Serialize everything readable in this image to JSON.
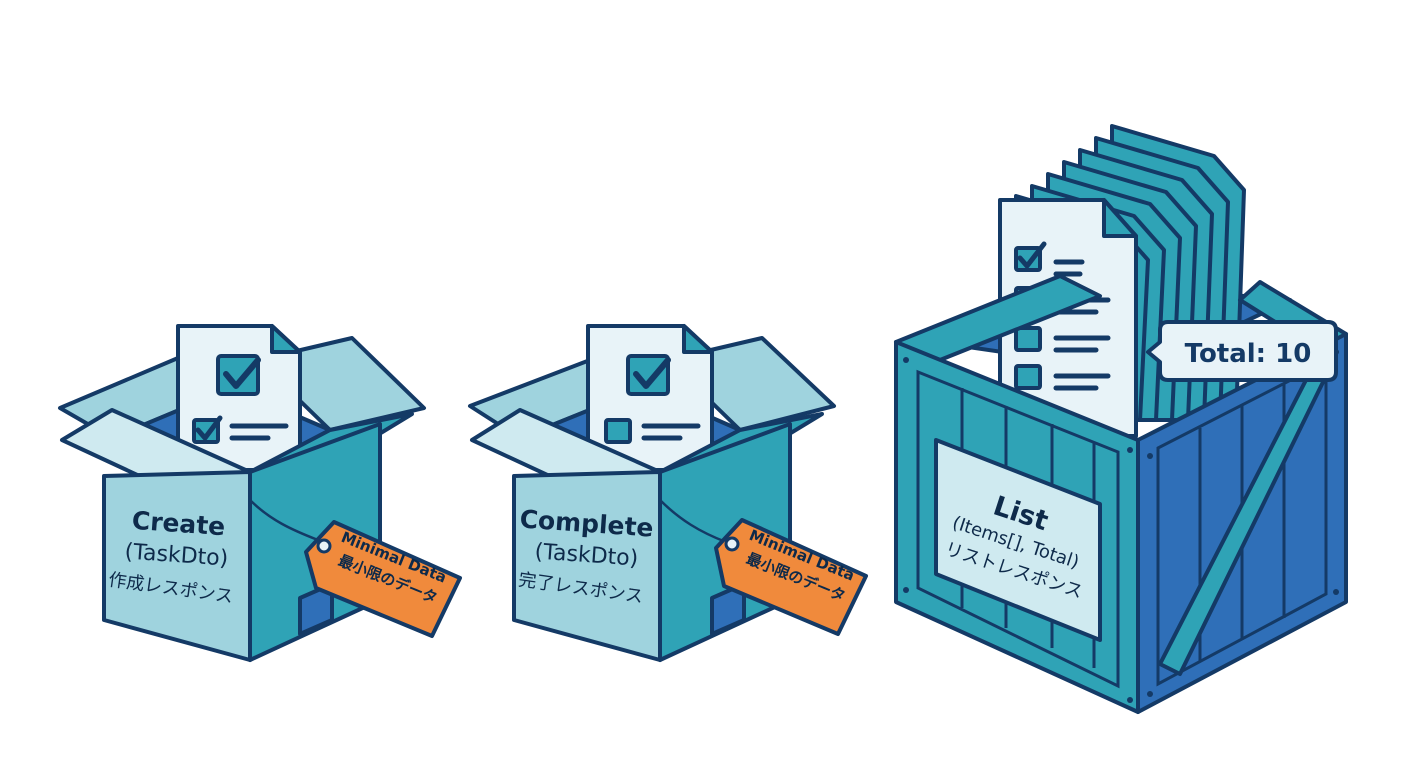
{
  "colors": {
    "outline": "#143a66",
    "teal": "#2fa3b6",
    "teal_light": "#9fd3de",
    "teal_pale": "#cfeaf0",
    "blue": "#2f6fb8",
    "blue_dark": "#23569a",
    "paper": "#e8f3f8",
    "tag_orange": "#f08a3c"
  },
  "boxes": [
    {
      "title": "Create",
      "subtitle": "(TaskDto)",
      "japanese": "作成レスポンス",
      "tag_line1": "Minimal Data",
      "tag_line2": "最小限のデータ",
      "checks": [
        true,
        true
      ]
    },
    {
      "title": "Complete",
      "subtitle": "(TaskDto)",
      "japanese": "完了レスポンス",
      "tag_line1": "Minimal Data",
      "tag_line2": "最小限のデータ",
      "checks": [
        true,
        false
      ]
    }
  ],
  "crate": {
    "title": "List",
    "subtitle": "(Items[], Total)",
    "japanese": "リストレスポンス",
    "callout": "Total: 10",
    "checks": [
      true,
      true,
      false,
      false
    ]
  }
}
